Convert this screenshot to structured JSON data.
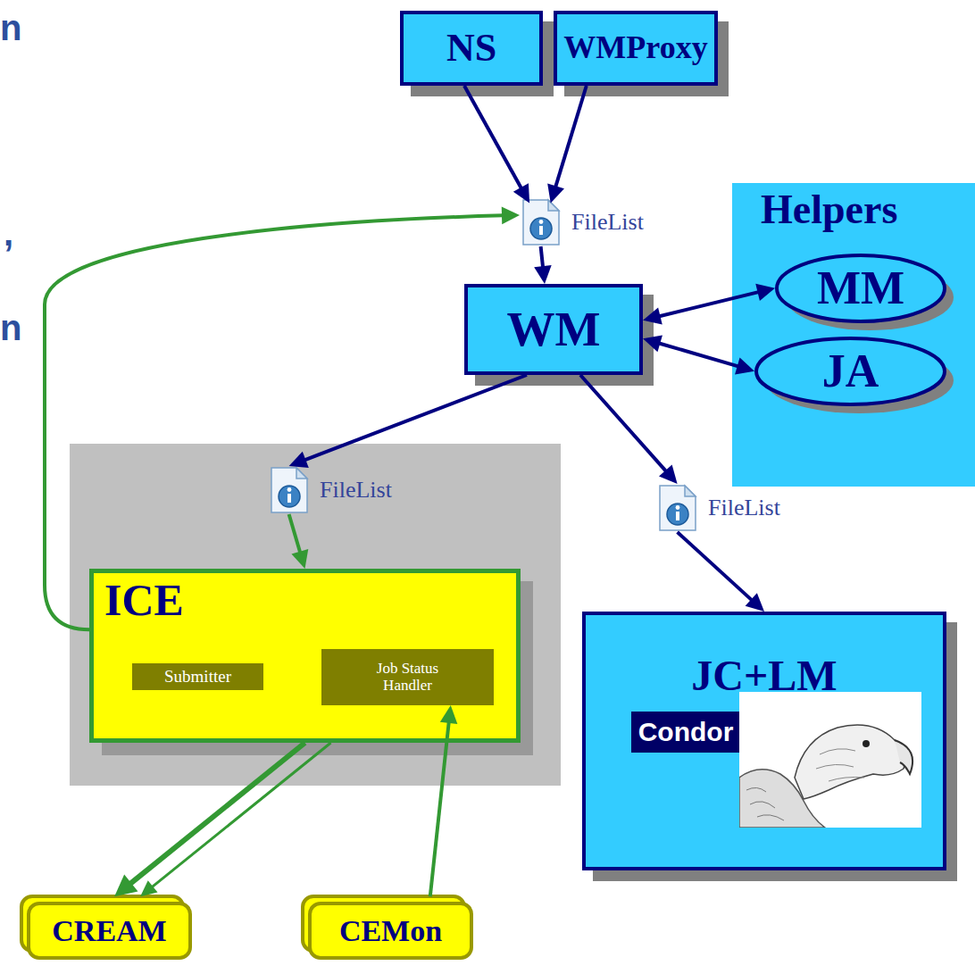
{
  "diagram": {
    "nodes": [
      {
        "text": [
          "NS"
        ]
      },
      {
        "text": [
          "WMProxy"
        ]
      },
      {
        "text": [
          "FileList"
        ]
      },
      {
        "text": [
          "WM"
        ]
      },
      {
        "text": [
          "Helpers"
        ]
      },
      {
        "text": [
          "MM"
        ],
        "in": 4
      },
      {
        "text": [
          "JA"
        ],
        "in": 4
      },
      {
        "text": [
          "FileList"
        ]
      },
      {
        "text": [
          "FileList"
        ]
      },
      {
        "text": [
          "ICE"
        ]
      },
      {
        "text": [
          "Submitter"
        ],
        "in": 9
      },
      {
        "text": [
          "Job Status Handler"
        ],
        "in": 9
      },
      {
        "text": [
          "JC+LM"
        ]
      },
      {
        "text": [
          "Condor"
        ],
        "in": 12
      },
      {
        "text": [
          "CREAM"
        ]
      },
      {
        "text": [
          "CEMon"
        ]
      }
    ],
    "edges": [
      {
        "from": 0,
        "to": 2,
        "arrow": "to"
      },
      {
        "from": 1,
        "to": 2,
        "arrow": "to"
      },
      {
        "from": 2,
        "to": 3,
        "arrow": "to"
      },
      {
        "from": 3,
        "to": 5,
        "arrow": "both"
      },
      {
        "from": 3,
        "to": 6,
        "arrow": "both"
      },
      {
        "from": 3,
        "to": 7,
        "arrow": "to"
      },
      {
        "from": 3,
        "to": 8,
        "arrow": "to"
      },
      {
        "from": 7,
        "to": 9,
        "arrow": "to"
      },
      {
        "from": 8,
        "to": 12,
        "arrow": "to"
      },
      {
        "from": 9,
        "to": 2,
        "arrow": "to"
      },
      {
        "from": 9,
        "to": 14,
        "arrow": "to"
      },
      {
        "from": 9,
        "to": 14,
        "arrow": "to"
      },
      {
        "from": 15,
        "to": 11,
        "arrow": "to"
      }
    ],
    "labels": [
      "n",
      ",",
      "n"
    ]
  }
}
